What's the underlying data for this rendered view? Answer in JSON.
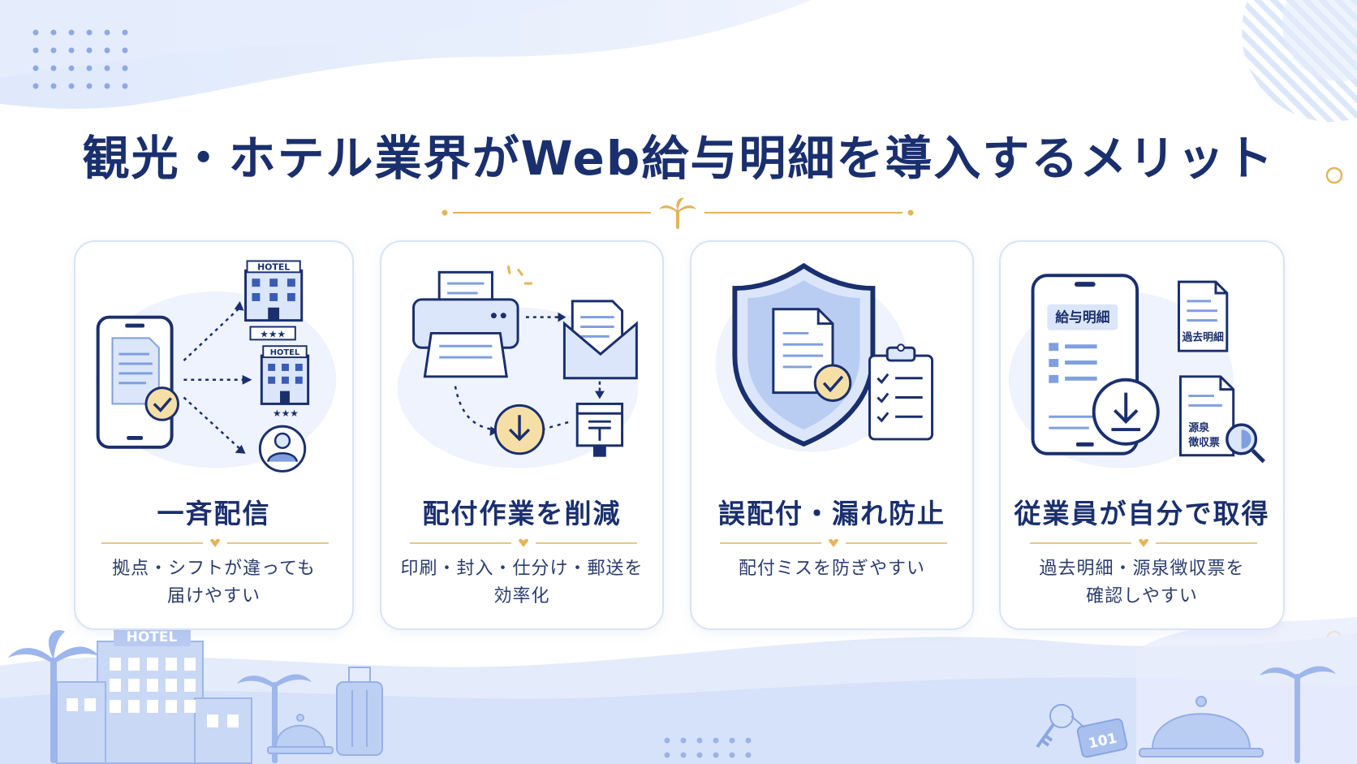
{
  "title": "観光・ホテル業界がWeb給与明細を導入するメリット",
  "cards": [
    {
      "title": "一斉配信",
      "desc_lines": [
        "拠点・シフトが違っても",
        "届けやすい"
      ],
      "hotel_sign": "HOTEL"
    },
    {
      "title": "配付作業を削減",
      "desc_lines": [
        "印刷・封入・仕分け・郵送を",
        "効率化"
      ]
    },
    {
      "title": "誤配付・漏れ防止",
      "desc_lines": [
        "配付ミスを防ぎやすい"
      ]
    },
    {
      "title": "従業員が自分で取得",
      "desc_lines": [
        "過去明細・源泉徴収票を",
        "確認しやすい"
      ],
      "phone_label": "給与明細",
      "doc_past": "過去明細",
      "doc_tax_line1": "源泉",
      "doc_tax_line2": "徴収票"
    }
  ],
  "footer": {
    "hotel_sign": "HOTEL",
    "key_tag": "101"
  },
  "colors": {
    "navy": "#1a2f6e",
    "light_blue": "#dbe6fb",
    "mid_blue": "#7f9fe0",
    "gold": "#e3b45a",
    "check_fill": "#f6dfa6"
  },
  "icons": [
    "phone-icon",
    "hotel-icon",
    "user-icon",
    "printer-icon",
    "envelope-icon",
    "mailbox-icon",
    "download-icon",
    "shield-icon",
    "check-icon",
    "clipboard-icon",
    "document-icon",
    "magnifier-icon",
    "palm-icon",
    "bell-icon",
    "suitcase-icon",
    "key-icon"
  ]
}
